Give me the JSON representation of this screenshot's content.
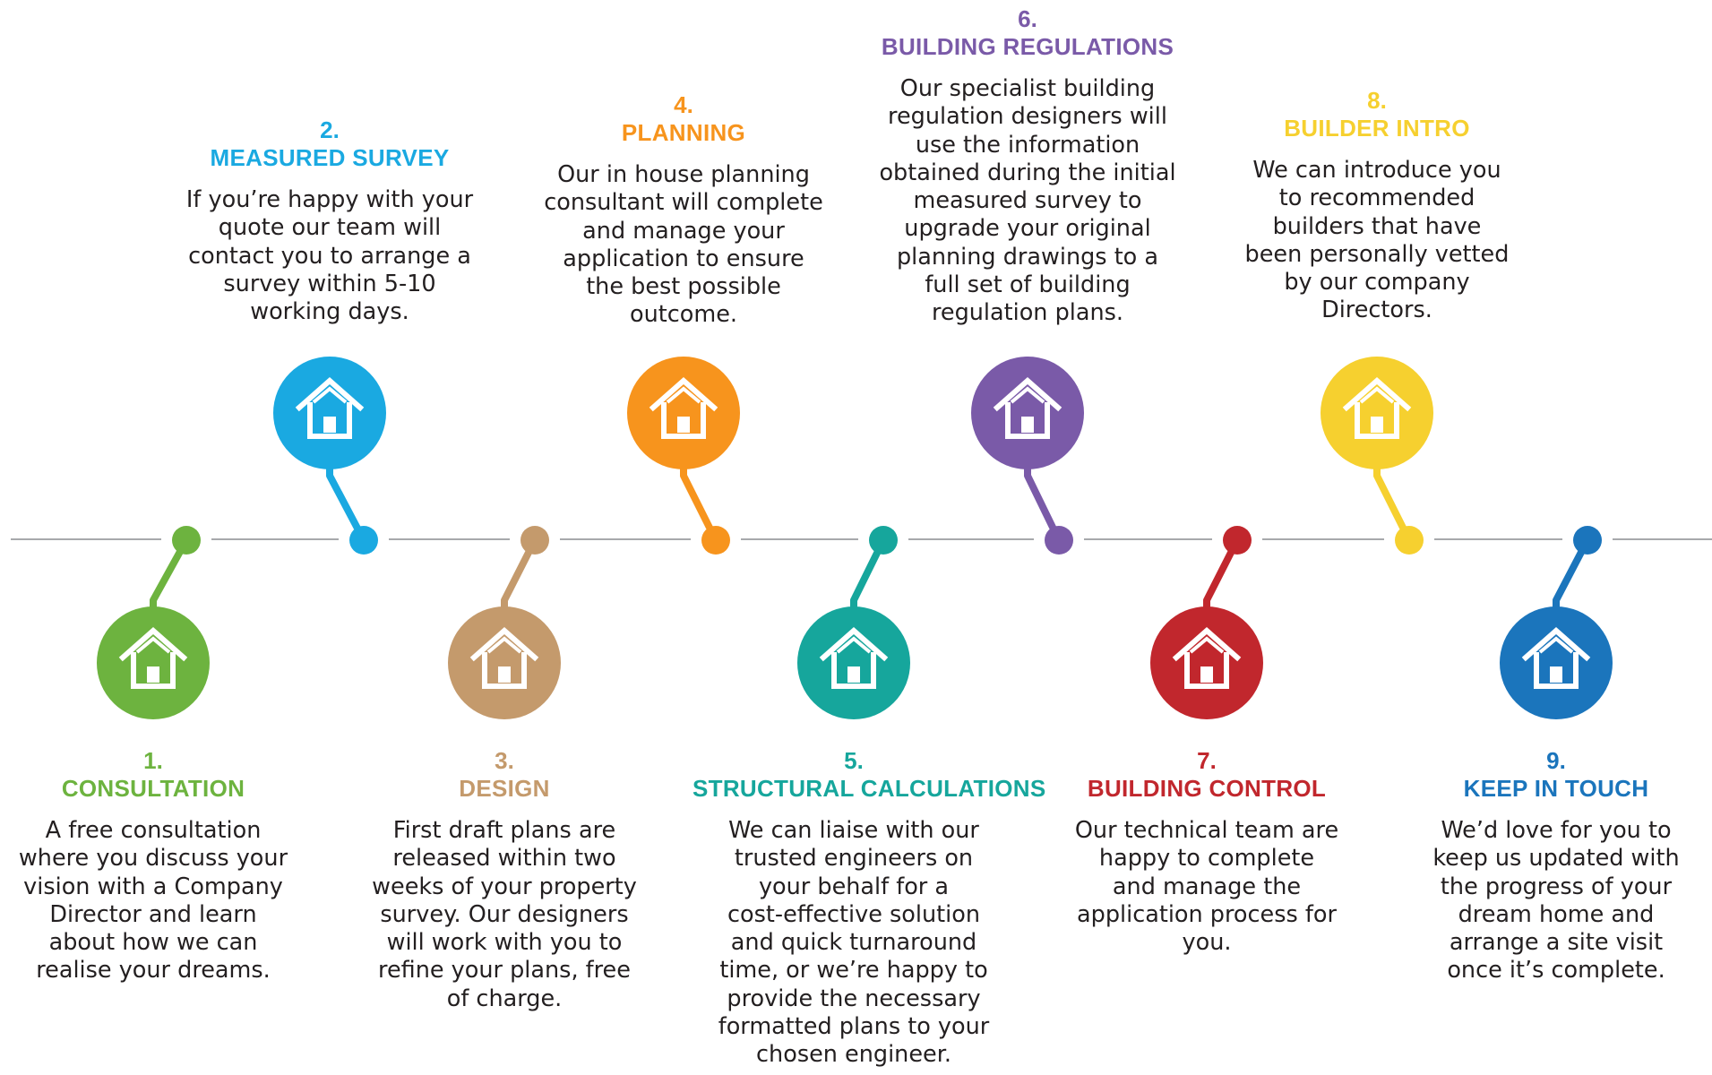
{
  "colors": {
    "line": "#a7a9ac",
    "text": "#231f20"
  },
  "icon_name": "house-icon",
  "steps": [
    {
      "number": "1.",
      "title": "CONSULTATION",
      "color": "#6db33f",
      "lines": [
        "A free consultation",
        "where you discuss your",
        "vision with a Company",
        "Director and learn",
        "about how we can",
        "realise your dreams."
      ]
    },
    {
      "number": "2.",
      "title": "MEASURED SURVEY",
      "color": "#1aa9e1",
      "lines": [
        "If you’re happy with your",
        "quote our team will",
        "contact you to arrange a",
        "survey within 5-10",
        "working days."
      ]
    },
    {
      "number": "3.",
      "title": "DESIGN",
      "color": "#c49a6c",
      "lines": [
        "First draft plans are",
        "released within two",
        "weeks of your property",
        "survey. Our designers",
        "will work with you to",
        "refine your plans, free",
        "of charge."
      ]
    },
    {
      "number": "4.",
      "title": "PLANNING",
      "color": "#f7941d",
      "lines": [
        "Our in house planning",
        "consultant will complete",
        "and manage your",
        "application to ensure",
        "the best possible",
        "outcome."
      ]
    },
    {
      "number": "5.",
      "title": "STRUCTURAL CALCULATIONS",
      "color": "#16a69c",
      "lines": [
        "We can liaise with our",
        "trusted engineers on",
        "your behalf for a",
        "cost-effective solution",
        "and quick turnaround",
        "time, or we’re happy to",
        "provide the necessary",
        "formatted plans to your",
        "chosen engineer."
      ]
    },
    {
      "number": "6.",
      "title": "BUILDING REGULATIONS",
      "color": "#7a5aa8",
      "lines": [
        "Our specialist building",
        "regulation designers will",
        "use the information",
        "obtained during the initial",
        "measured survey to",
        "upgrade your original",
        "planning drawings to a",
        "full set of building",
        "regulation plans."
      ]
    },
    {
      "number": "7.",
      "title": "BUILDING CONTROL",
      "color": "#c1272d",
      "lines": [
        "Our technical team are",
        "happy to complete",
        "and manage the",
        "application process for",
        "you."
      ]
    },
    {
      "number": "8.",
      "title": "BUILDER INTRO",
      "color": "#f6d02f",
      "lines": [
        "We can introduce you",
        "to recommended",
        "builders that have",
        "been personally vetted",
        "by our company",
        "Directors."
      ]
    },
    {
      "number": "9.",
      "title": "KEEP IN TOUCH",
      "color": "#1b75bc",
      "lines": [
        "We’d love for you to",
        "keep us updated with",
        "the progress of your",
        "dream home and",
        "arrange a site visit",
        "once it’s complete."
      ]
    }
  ]
}
